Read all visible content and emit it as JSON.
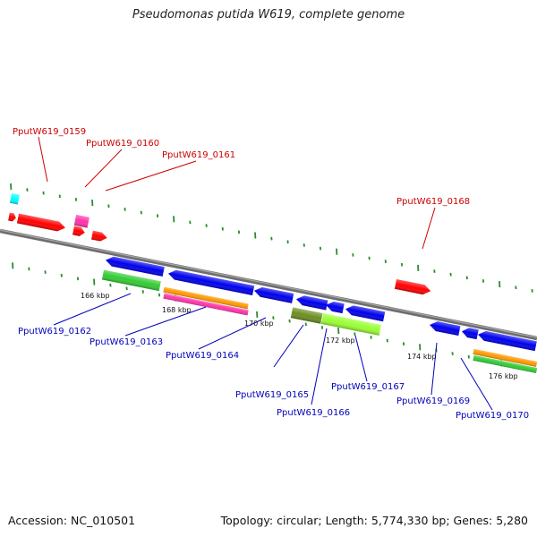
{
  "title": "Pseudomonas putida W619, complete genome",
  "footer": {
    "accession": "Accession: NC_010501",
    "summary": "Topology: circular; Length: 5,774,330 bp; Genes: 5,280"
  },
  "colors": {
    "backbone": "#808080",
    "tick": "#2e8b2e",
    "top_label": "#cc0000",
    "bottom_label": "#0000bb",
    "red_gene": "#ff0000",
    "blue_gene": "#0000ee",
    "green_gene": "#33cc33",
    "orange_gene": "#ff9900",
    "magenta_gene": "#ff33aa",
    "olive_gene": "#6b8e23",
    "lime_gene": "#99ff33",
    "cyan_gene": "#00ffff"
  },
  "kbp_labels": [
    "166 kbp",
    "168 kbp",
    "170 kbp",
    "172 kbp",
    "174 kbp",
    "176 kbp"
  ],
  "top_genes": [
    "PputW619_0159",
    "PputW619_0160",
    "PputW619_0161",
    "PputW619_0168"
  ],
  "bottom_genes": [
    "PputW619_0162",
    "PputW619_0163",
    "PputW619_0164",
    "PputW619_0165",
    "PputW619_0166",
    "PputW619_0167",
    "PputW619_0169",
    "PputW619_0170"
  ]
}
